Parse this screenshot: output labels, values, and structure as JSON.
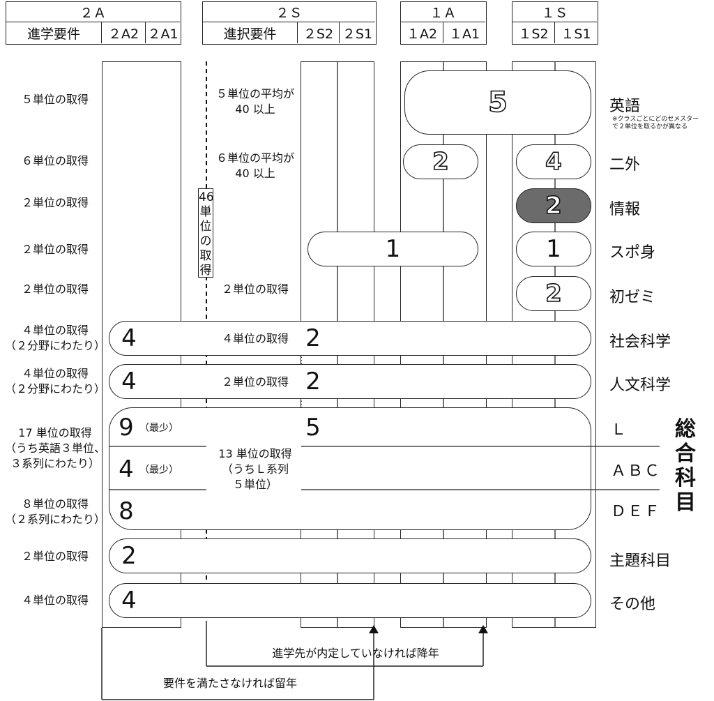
{
  "headers": {
    "g2a": {
      "title": "２Ａ",
      "req": "進学要件",
      "c1": "２A2",
      "c2": "２A1"
    },
    "g2s": {
      "title": "２Ｓ",
      "req": "進択要件",
      "c1": "２S2",
      "c2": "２S1"
    },
    "g1a": {
      "title": "１Ａ",
      "c1": "１A2",
      "c2": "１A1"
    },
    "g1s": {
      "title": "１Ｓ",
      "c1": "１S2",
      "c2": "１S1"
    }
  },
  "left_labels": {
    "english": "５単位の取得",
    "second_lang": "６単位の取得",
    "info": "２単位の取得",
    "sports": "２単位の取得",
    "seminar": "２単位の取得",
    "social_1": "４単位の取得",
    "social_2": "（２分野にわたり）",
    "humanities_1": "４単位の取得",
    "humanities_2": "（２分野にわたり）",
    "general_1": "17 単位の取得",
    "general_2": "（うち英語３単位、",
    "general_3": "３系列にわたり）",
    "def_1": "８単位の取得",
    "def_2": "（２系列にわたり）",
    "theme": "２単位の取得",
    "other": "４単位の取得"
  },
  "mid_labels": {
    "english_1": "５単位の平均が",
    "english_2": "40 以上",
    "second_lang_1": "６単位の平均が",
    "second_lang_2": "40 以上",
    "seminar": "２単位の取得",
    "social": "４単位の取得",
    "humanities": "２単位の取得",
    "general_1": "13 単位の取得",
    "general_2": "（うちＬ系列",
    "general_3": "５単位）"
  },
  "vertical_label": [
    "46",
    "単",
    "位",
    "の",
    "取",
    "得"
  ],
  "pills": {
    "english": "5",
    "second_lang_1a": "2",
    "second_lang_1s": "4",
    "info": "2",
    "sports_2s": "1",
    "sports_1s": "1",
    "seminar": "2",
    "social_left": "4",
    "social_right": "2",
    "humanities_left": "4",
    "humanities_right": "2",
    "l_left": "9",
    "l_left_note": "（最少）",
    "l_right": "5",
    "abc_left": "4",
    "abc_left_note": "（最少）",
    "def_left": "8",
    "theme": "2",
    "other": "4"
  },
  "right_labels": {
    "english": "英語",
    "english_note_1": "※クラスごとにどのセメスター",
    "english_note_2": "で２単位を取るかが異なる",
    "second_lang": "二外",
    "info": "情報",
    "sports": "スポ身",
    "seminar": "初ゼミ",
    "social": "社会科学",
    "humanities": "人文科学",
    "l": "Ｌ",
    "abc": "ＡＢＣ",
    "def": "ＤＥＦ",
    "theme": "主題科目",
    "other": "その他"
  },
  "general_title": [
    "総",
    "合",
    "科",
    "目"
  ],
  "bottom": {
    "demote": "進学先が内定していなければ降年",
    "repeat": "要件を満たさなければ留年"
  }
}
